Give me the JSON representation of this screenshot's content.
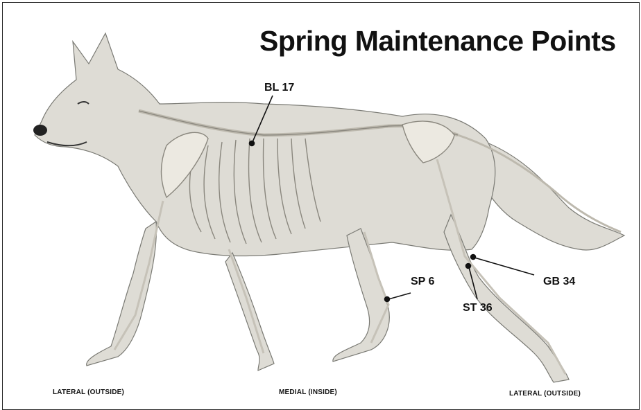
{
  "title": "Spring Maintenance Points",
  "points": {
    "bl17": "BL 17",
    "sp6": "SP 6",
    "gb34": "GB 34",
    "st36": "ST 36"
  },
  "views": {
    "left": "LATERAL (OUTSIDE)",
    "center": "MEDIAL (INSIDE)",
    "right": "LATERAL (OUTSIDE)"
  },
  "colors": {
    "background": "#ffffff",
    "fur": "#dcdad3",
    "bone": "#f2efe8",
    "ink": "#111111"
  }
}
